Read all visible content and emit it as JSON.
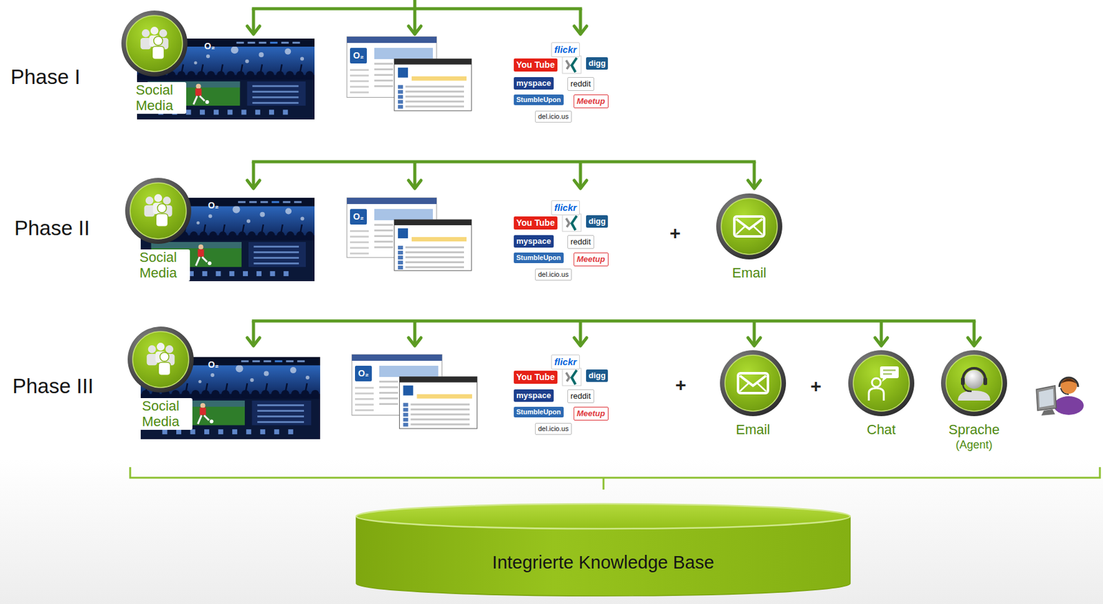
{
  "diagram": {
    "nodes": [
      {
        "text": [
          "Social Media"
        ]
      },
      {
        "text": [
          "Social Media"
        ]
      },
      {
        "text": [
          "Email"
        ]
      },
      {
        "text": [
          "Social Media"
        ]
      },
      {
        "text": [
          "Email"
        ]
      },
      {
        "text": [
          "Chat"
        ]
      },
      {
        "text": [
          "Sprache",
          "(Agent)"
        ]
      },
      {
        "text": [
          "Integrierte Knowledge Base"
        ]
      }
    ],
    "labels": [
      "Phase I",
      "O₂",
      "O₂",
      "flickr",
      "You Tube",
      "digg",
      "myspace",
      "reddit",
      "StumbleUpon",
      "Meetup",
      "del.icio.us",
      "Phase II",
      "O₂",
      "O₂",
      "flickr",
      "You Tube",
      "digg",
      "myspace",
      "reddit",
      "StumbleUpon",
      "Meetup",
      "del.icio.us",
      "+",
      "Phase III",
      "O₂",
      "O₂",
      "flickr",
      "You Tube",
      "digg",
      "myspace",
      "reddit",
      "StumbleUpon",
      "Meetup",
      "del.icio.us",
      "+",
      "+"
    ]
  }
}
